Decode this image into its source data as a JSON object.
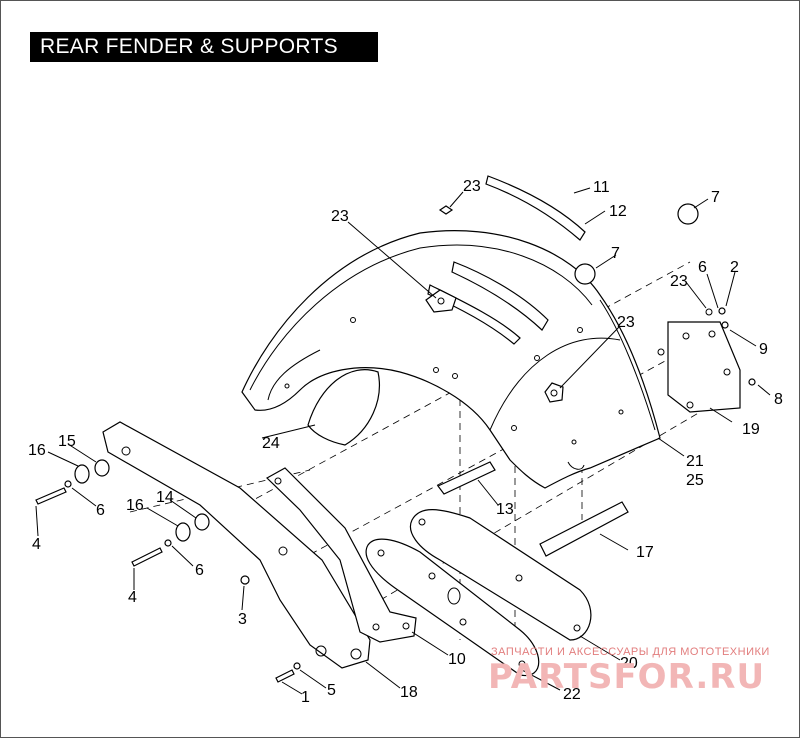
{
  "title": "REAR FENDER & SUPPORTS",
  "callouts": [
    {
      "id": "c23a",
      "text": "23"
    },
    {
      "id": "c23b",
      "text": "23"
    },
    {
      "id": "c23c",
      "text": "23"
    },
    {
      "id": "c23d",
      "text": "23"
    },
    {
      "id": "c11",
      "text": "11"
    },
    {
      "id": "c12",
      "text": "12"
    },
    {
      "id": "c7a",
      "text": "7"
    },
    {
      "id": "c7b",
      "text": "7"
    },
    {
      "id": "c6a",
      "text": "6"
    },
    {
      "id": "c6b",
      "text": "6"
    },
    {
      "id": "c6c",
      "text": "6"
    },
    {
      "id": "c2",
      "text": "2"
    },
    {
      "id": "c9",
      "text": "9"
    },
    {
      "id": "c8",
      "text": "8"
    },
    {
      "id": "c19",
      "text": "19"
    },
    {
      "id": "c21",
      "text": "21"
    },
    {
      "id": "c25",
      "text": "25"
    },
    {
      "id": "c24",
      "text": "24"
    },
    {
      "id": "c16a",
      "text": "16"
    },
    {
      "id": "c15",
      "text": "15"
    },
    {
      "id": "c16b",
      "text": "16"
    },
    {
      "id": "c14",
      "text": "14"
    },
    {
      "id": "c4a",
      "text": "4"
    },
    {
      "id": "c4b",
      "text": "4"
    },
    {
      "id": "c3",
      "text": "3"
    },
    {
      "id": "c13",
      "text": "13"
    },
    {
      "id": "c17",
      "text": "17"
    },
    {
      "id": "c10",
      "text": "10"
    },
    {
      "id": "c20",
      "text": "20"
    },
    {
      "id": "c22",
      "text": "22"
    },
    {
      "id": "c18",
      "text": "18"
    },
    {
      "id": "c1",
      "text": "1"
    },
    {
      "id": "c5",
      "text": "5"
    }
  ],
  "watermark": {
    "tagline": "ЗАПЧАСТИ И АКСЕССУАРЫ ДЛЯ МОТОТЕХНИКИ",
    "brand": "PARTSFOR.RU"
  }
}
